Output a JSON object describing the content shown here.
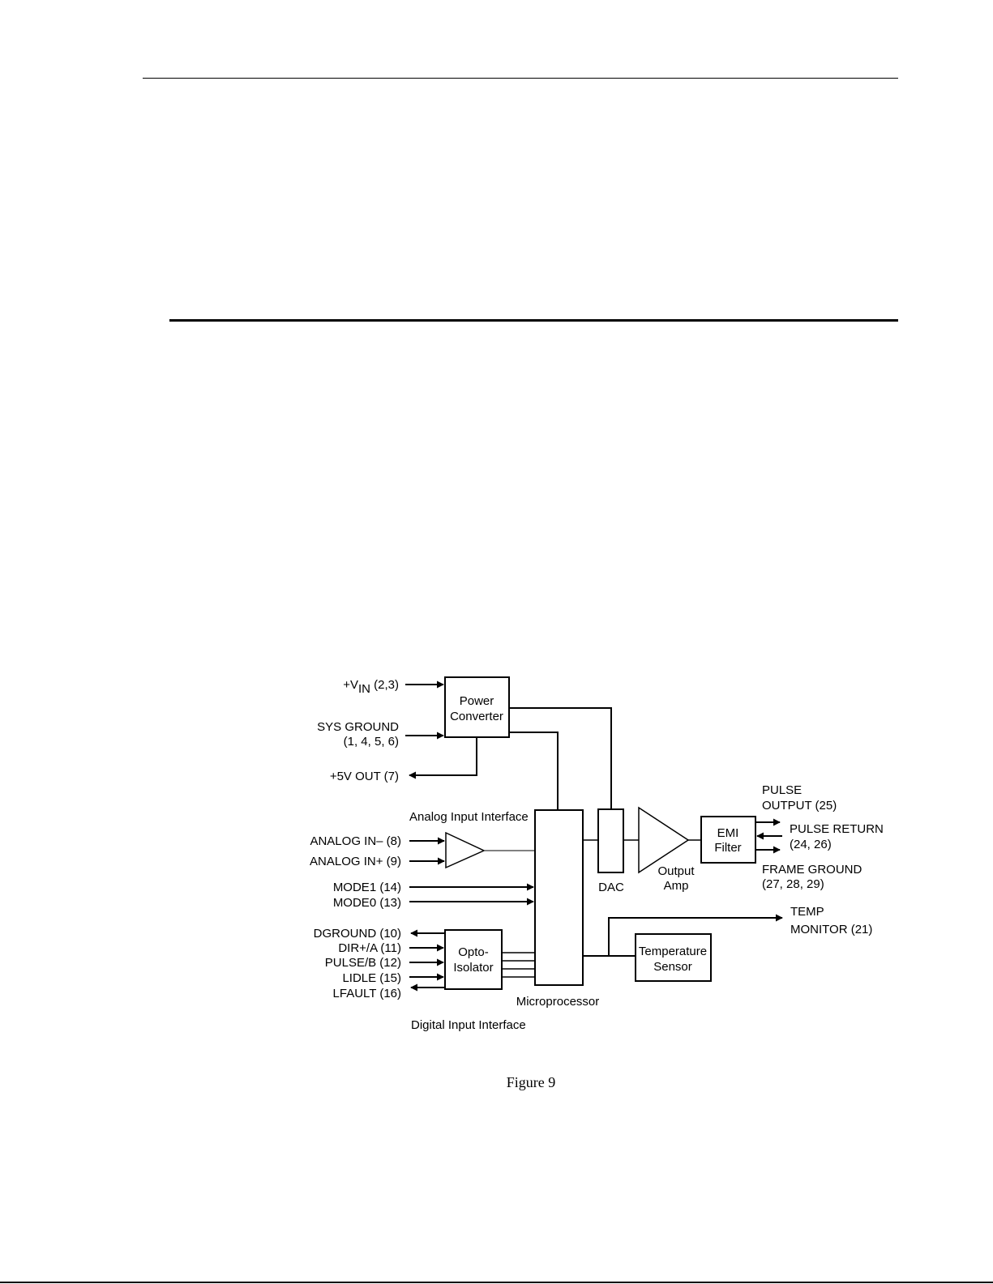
{
  "figure": {
    "caption": "Figure 9",
    "blocks": {
      "power_converter": [
        "Power",
        "Converter"
      ],
      "microprocessor": "Microprocessor",
      "dac": "DAC",
      "output_amp": [
        "Output",
        "Amp"
      ],
      "emi_filter": [
        "EMI",
        "Filter"
      ],
      "temperature_sensor": [
        "Temperature",
        "Sensor"
      ],
      "opto_isolator": [
        "Opto-",
        "Isolator"
      ]
    },
    "group_labels": {
      "analog_input_interface": "Analog Input Interface",
      "digital_input_interface": "Digital Input Interface"
    },
    "signals": {
      "vin_prefix": "+V",
      "vin_subscript": "IN",
      "vin_pins": " (2,3)",
      "sys_ground": [
        "SYS GROUND",
        "(1, 4, 5, 6)"
      ],
      "plus5v_out": "+5V OUT (7)",
      "analog_in_minus": "ANALOG IN– (8)",
      "analog_in_plus": "ANALOG IN+ (9)",
      "mode1": "MODE1 (14)",
      "mode0": "MODE0 (13)",
      "dground": "DGROUND (10)",
      "dir_a": "DIR+/A (11)",
      "pulse_b": "PULSE/B (12)",
      "lidle": "LIDLE (15)",
      "lfault": "LFAULT (16)",
      "pulse_output": [
        "PULSE",
        "OUTPUT (25)"
      ],
      "pulse_return": [
        "PULSE RETURN",
        "(24, 26)"
      ],
      "frame_ground": [
        "FRAME GROUND",
        "(27, 28, 29)"
      ],
      "temp_monitor": [
        "TEMP",
        "MONITOR (21)"
      ]
    }
  }
}
